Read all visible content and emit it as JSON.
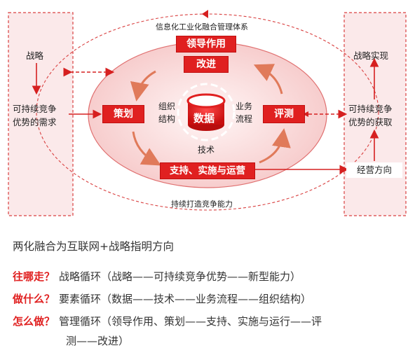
{
  "diagram": {
    "top_title": "信息化工业化融合管理体系",
    "bottom_caption": "持续打造竞争能力",
    "left_panel": {
      "top": "战略",
      "bottom": [
        "可持续竞争",
        "优势的需求"
      ]
    },
    "right_panel": {
      "top": "战略实现",
      "middle": [
        "可持续竞争",
        "优势的获取"
      ],
      "bottom": "经营方向"
    },
    "boxes": {
      "lead": "领导作用",
      "improve": "改进",
      "plan": "策划",
      "evaluate": "评测",
      "support": "支持、实施与运营"
    },
    "center": "数据",
    "org": [
      "组织",
      "结构"
    ],
    "biz": [
      "业务",
      "流程"
    ],
    "tech": "技术"
  },
  "text": {
    "heading": "两化融合为互联网+战略指明方向",
    "lines": [
      {
        "q": "往哪走？",
        "a": "战略循环（战略——可持续竞争优势——新型能力）"
      },
      {
        "q": "做什么？",
        "a": "要素循环（数据——技术——业务流程——组织结构）"
      },
      {
        "q": "怎么做？",
        "a": "管理循环（领导作用、策划——支持、实施与运行——评"
      }
    ],
    "continuation": "测——改进）"
  }
}
